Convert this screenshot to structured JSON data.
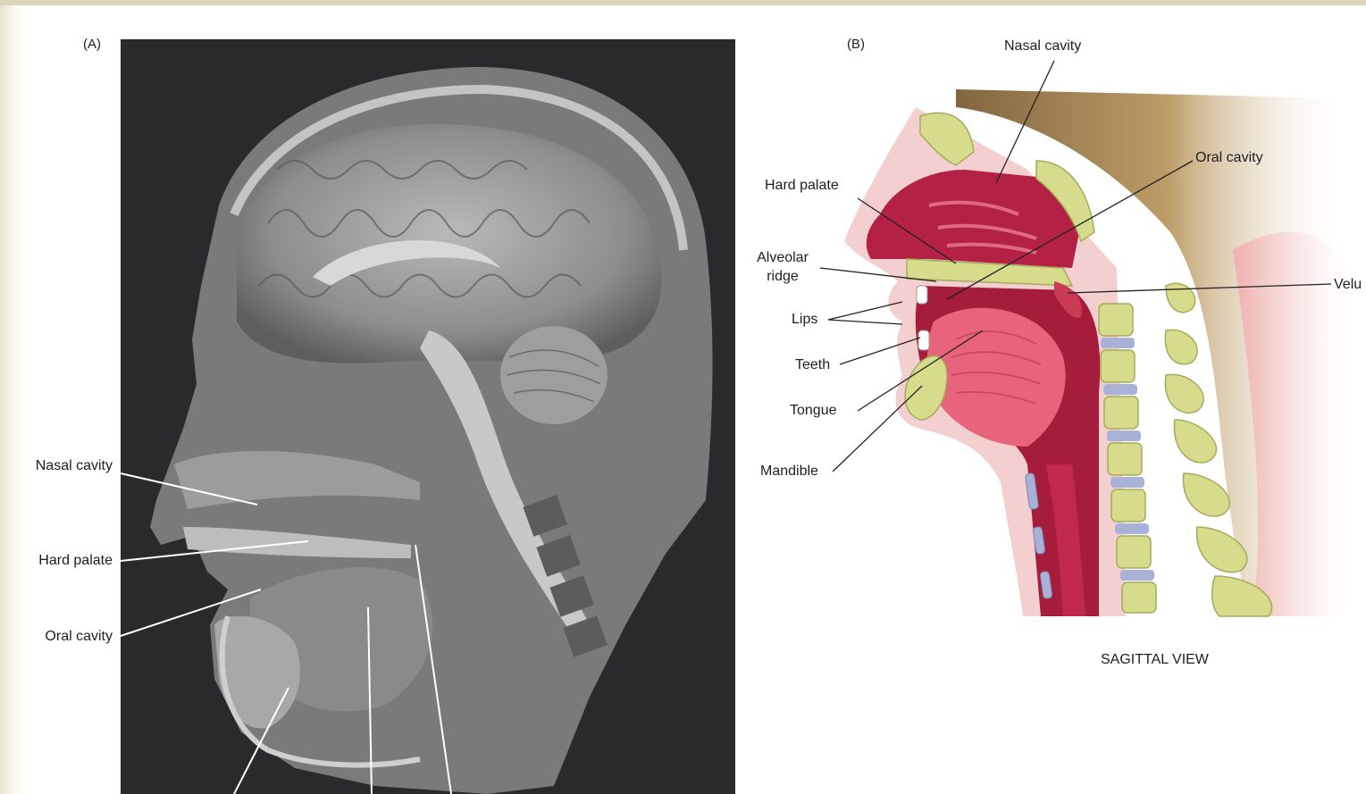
{
  "panel_a": {
    "letter": "(A)",
    "labels": {
      "nasal_cavity": "Nasal cavity",
      "hard_palate": "Hard palate",
      "oral_cavity": "Oral cavity"
    }
  },
  "panel_b": {
    "letter": "(B)",
    "labels": {
      "nasal_cavity": "Nasal cavity",
      "oral_cavity": "Oral cavity",
      "hard_palate": "Hard palate",
      "alveolar_ridge_line1": "Alveolar",
      "alveolar_ridge_line2": "ridge",
      "velum": "Velu",
      "lips": "Lips",
      "teeth": "Teeth",
      "tongue": "Tongue",
      "mandible": "Mandible"
    },
    "caption": "SAGITTAL VIEW"
  },
  "colors": {
    "photo_bg": "#2a2a2c",
    "tissue_red": "#a51d3a",
    "tongue_pink": "#e8647c",
    "bone_yellow": "#d7dc8c",
    "disc_blue": "#a9b2d6",
    "skin_pink": "#f2c4c6",
    "back_tan": "#7a5a2c"
  }
}
